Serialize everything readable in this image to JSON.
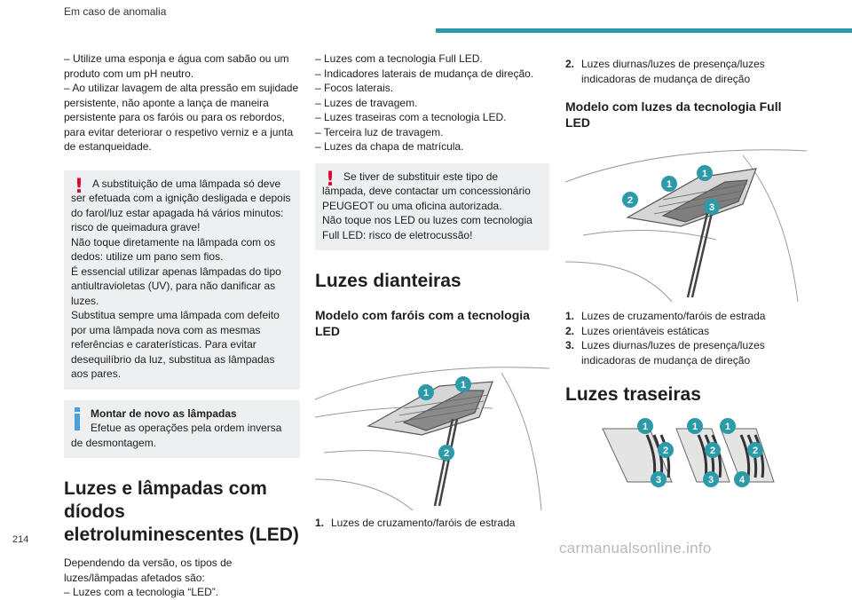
{
  "header": {
    "title": "Em caso de anomalia",
    "accent": "#2c9aa9"
  },
  "col1": {
    "intro_lines": [
      "– Utilize uma esponja e água com sabão ou um produto com um pH neutro.",
      "– Ao utilizar lavagem de alta pressão em sujidade persistente, não aponte a lança de maneira persistente para os faróis ou para os rebordos, para evitar deteriorar o respetivo verniz e a junta de estanqueidade."
    ],
    "warning_box": {
      "first": "A substituição de uma lâmpada só deve ser efetuada com a ignição desligada e depois do farol/luz estar apagada há vários minutos: risco de queimadura grave!",
      "p2": "Não toque diretamente na lâmpada com os dedos: utilize um pano sem fios.",
      "p3": "É essencial utilizar apenas lâmpadas do tipo antiultravioletas (UV), para não danificar as luzes.",
      "p4": "Substitua sempre uma lâmpada com defeito por uma lâmpada nova com as mesmas referências e caraterísticas. Para evitar desequilíbrio da luz, substitua as lâmpadas aos pares."
    },
    "info_box": {
      "title": "Montar de novo as lâmpadas",
      "text": "Efetue as operações pela ordem inversa de desmontagem."
    },
    "heading": "Luzes e lâmpadas com díodos eletroluminescentes (LED)",
    "para": "Dependendo da versão, os tipos de luzes/lâmpadas afetados são:",
    "item1": "– Luzes com a tecnologia “LED”."
  },
  "col2": {
    "items": [
      "– Luzes com a tecnologia Full LED.",
      "– Indicadores laterais de mudança de direção.",
      "– Focos laterais.",
      "– Luzes de travagem.",
      "– Luzes traseiras com a tecnologia LED.",
      "– Terceira luz de travagem.",
      "– Luzes da chapa de matrícula."
    ],
    "warning_box": {
      "first": "Se tiver de substituir este tipo de lâmpada, deve contactar um concessionário PEUGEOT ou uma oficina autorizada.",
      "p2": "Não toque nos LED ou luzes com tecnologia Full LED: risco de eletrocussão!"
    },
    "heading": "Luzes dianteiras",
    "subheading": "Modelo com faróis com a tecnologia LED",
    "legend": [
      {
        "num": "1.",
        "text": "Luzes de cruzamento/faróis de estrada"
      }
    ]
  },
  "col3": {
    "top_item": {
      "num": "2.",
      "text": "Luzes diurnas/luzes de presença/luzes indicadoras de mudança de direção"
    },
    "subheading": "Modelo com luzes da tecnologia Full LED",
    "legend": [
      {
        "num": "1.",
        "text": "Luzes de cruzamento/faróis de estrada"
      },
      {
        "num": "2.",
        "text": "Luzes orientáveis estáticas"
      },
      {
        "num": "3.",
        "text": "Luzes diurnas/luzes de presença/luzes indicadoras de mudança de direção"
      }
    ],
    "heading": "Luzes traseiras"
  },
  "figures": {
    "callout_color": "#2c9aa9",
    "led_callouts": [
      "1",
      "1",
      "2"
    ],
    "fullled_callouts": [
      "1",
      "1",
      "2",
      "3"
    ],
    "rear_callouts": [
      "1",
      "1",
      "1",
      "2",
      "2",
      "2",
      "3",
      "3",
      "4"
    ]
  },
  "page_number": "214",
  "watermark": "carmanualsonline.info"
}
